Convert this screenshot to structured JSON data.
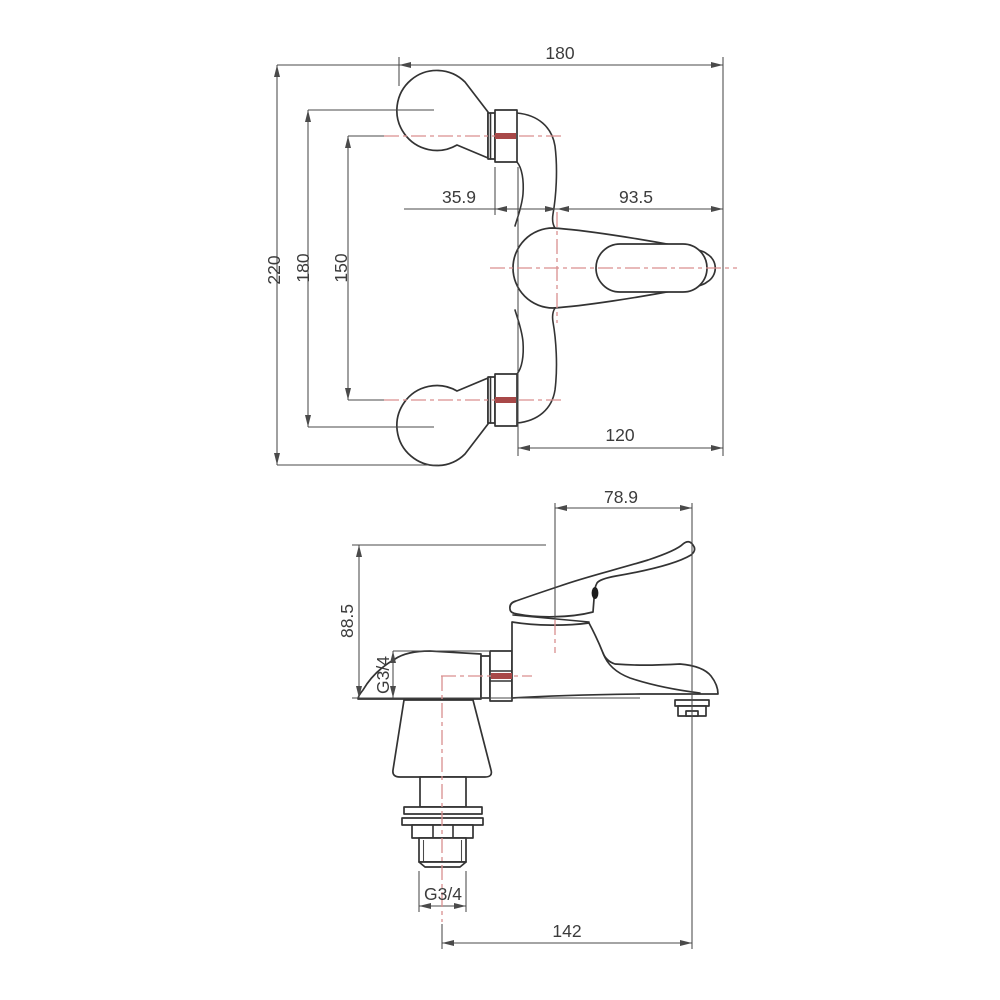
{
  "drawing": {
    "kind": "technical dimension drawing",
    "subject": "single-lever mixer tap, two orthographic views",
    "colors": {
      "background": "#ffffff",
      "outline": "#333333",
      "dimension": "#4a4a4a",
      "centerline": "#d98f8f",
      "centerline_accent": "#a84848"
    }
  },
  "dims": {
    "plan": [
      {
        "label": "180"
      },
      {
        "label": "220"
      },
      {
        "label": "180"
      },
      {
        "label": "150"
      },
      {
        "label": "35.9"
      },
      {
        "label": "93.5"
      },
      {
        "label": "120"
      }
    ],
    "side": [
      {
        "label": "78.9"
      },
      {
        "label": "88.5"
      },
      {
        "label": "G3/4"
      },
      {
        "label": "G3/4"
      },
      {
        "label": "142"
      }
    ]
  }
}
